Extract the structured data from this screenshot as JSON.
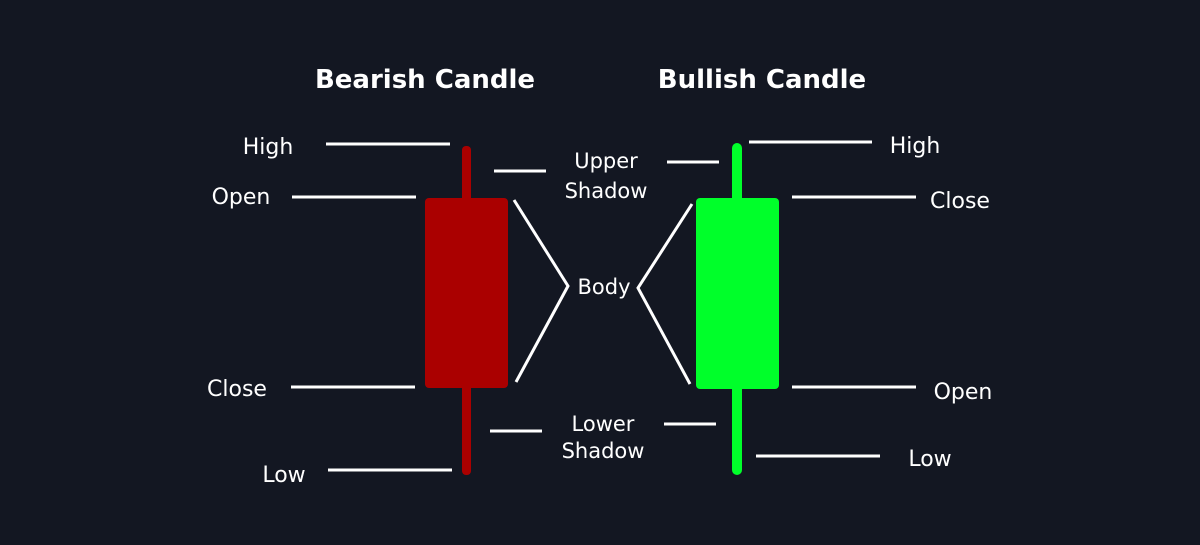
{
  "bearish": {
    "title": "Bearish Candle",
    "color": "#aa0000",
    "labels": {
      "high": "High",
      "open": "Open",
      "close": "Close",
      "low": "Low"
    }
  },
  "bullish": {
    "title": "Bullish Candle",
    "color": "#00ff2a",
    "labels": {
      "high": "High",
      "close": "Close",
      "open": "Open",
      "low": "Low"
    }
  },
  "center": {
    "upper_shadow": [
      "Upper",
      "Shadow"
    ],
    "body": "Body",
    "lower_shadow": [
      "Lower",
      "Shadow"
    ]
  },
  "colors": {
    "background": "#131722",
    "text": "#ffffff",
    "lines": "#ffffff"
  }
}
